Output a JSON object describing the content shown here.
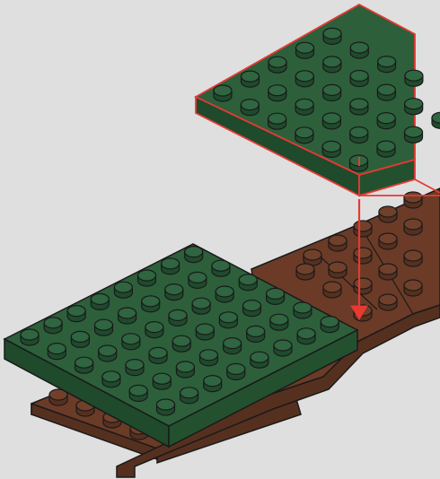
{
  "scene": {
    "kind": "lego-building-instruction-step",
    "background_color": "#dfdfdf",
    "colors": {
      "green_top": "#2d5f3b",
      "green_side": "#1f4a2c",
      "green_stud": "#2f6540",
      "brown_top": "#6b3b27",
      "brown_side": "#56301f",
      "brown_stud": "#70402a",
      "outline": "#1a1a1a",
      "highlight_red": "#e63a32"
    },
    "parts": [
      {
        "name": "wedge-plate-green",
        "color": "dark-green",
        "stud_count": 28,
        "state": "to-be-placed"
      },
      {
        "name": "plate-6x8-green",
        "color": "dark-green",
        "stud_count": 48,
        "state": "assembled"
      },
      {
        "name": "wedge-plates-brown",
        "color": "reddish-brown",
        "state": "assembled"
      }
    ],
    "arrow": {
      "meaning": "placement-direction",
      "color": "#e63a32"
    }
  }
}
